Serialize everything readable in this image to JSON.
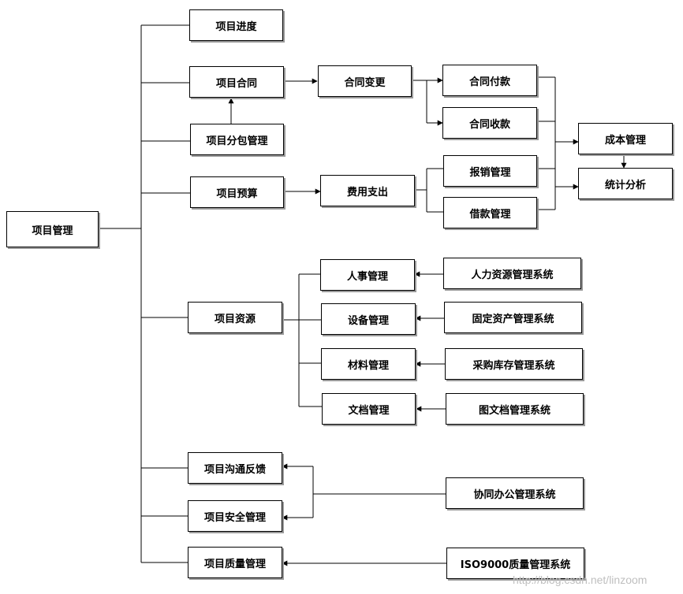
{
  "diagram": {
    "root": "项目管理",
    "level1": {
      "progress": "项目进度",
      "contract": "项目合同",
      "subcontract": "项目分包管理",
      "budget": "项目预算",
      "resources": "项目资源",
      "communication": "项目沟通反馈",
      "safety": "项目安全管理",
      "quality": "项目质量管理"
    },
    "contract_change": "合同变更",
    "contract_payment": "合同付款",
    "contract_receipt": "合同收款",
    "expense": "费用支出",
    "reimbursement": "报销管理",
    "loan": "借款管理",
    "cost_management": "成本管理",
    "statistics": "统计分析",
    "resource_children": {
      "hr": "人事管理",
      "equipment": "设备管理",
      "materials": "材料管理",
      "documents": "文档管理"
    },
    "external_systems": {
      "hr_system": "人力资源管理系统",
      "asset_system": "固定资产管理系统",
      "purchase_system": "采购库存管理系统",
      "document_system": "图文档管理系统",
      "office_system": "协同办公管理系统",
      "iso_system": "ISO9000质量管理系统"
    }
  },
  "watermark": "http://blog.csdn.net/linzoom"
}
